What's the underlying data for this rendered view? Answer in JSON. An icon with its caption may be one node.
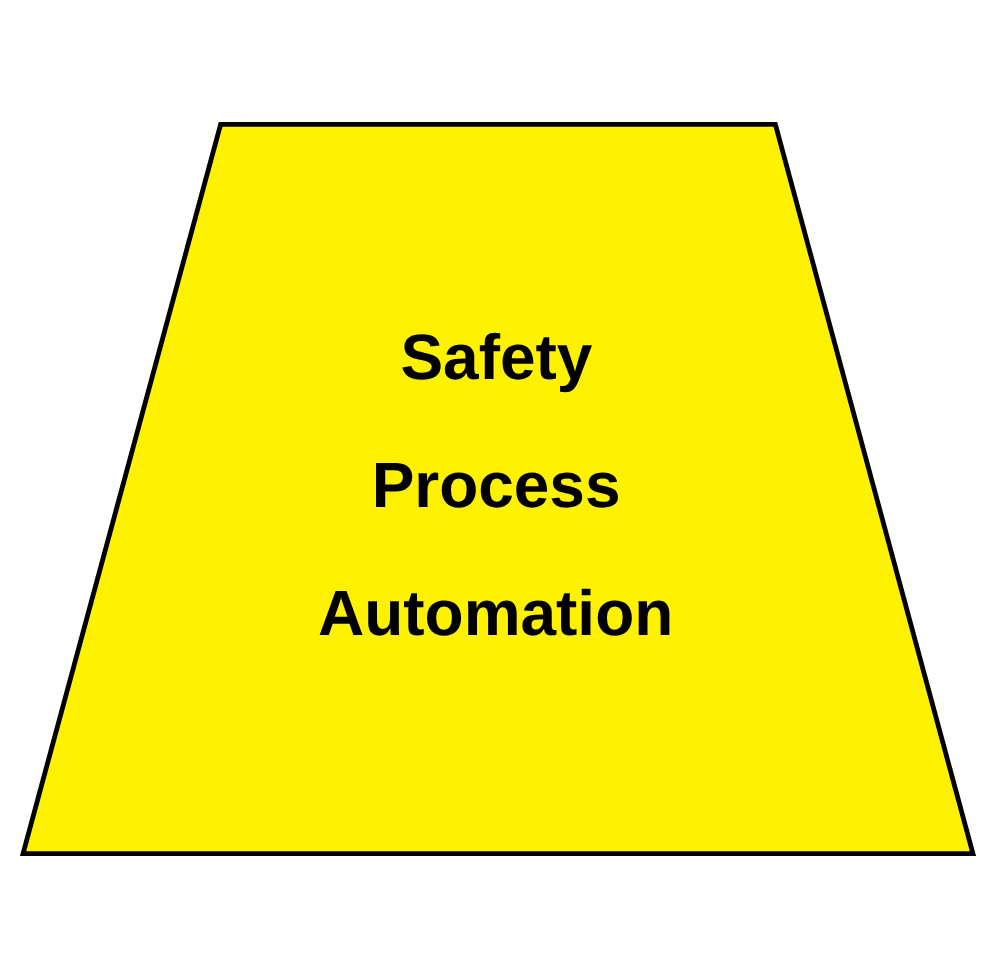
{
  "diagram": {
    "nodes": [
      {
        "text": [
          "Safety",
          "Process",
          "Automation"
        ]
      }
    ]
  }
}
